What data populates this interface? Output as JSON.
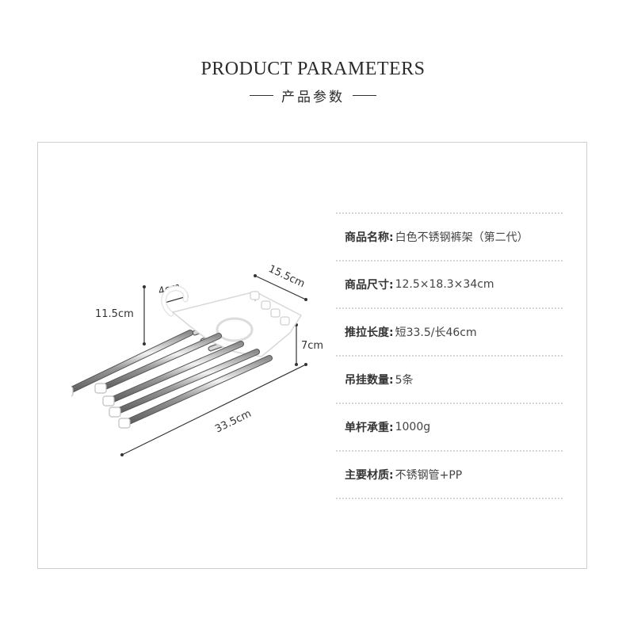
{
  "header": {
    "title_en": "PRODUCT PARAMETERS",
    "title_cn": "产品参数"
  },
  "product": {
    "dimensions": {
      "height": "11.5cm",
      "hook": "4cm",
      "width": "15.5cm",
      "depth": "7cm",
      "length": "33.5cm"
    }
  },
  "parameters": [
    {
      "label": "商品名称:",
      "value": "白色不锈钢裤架（第二代）"
    },
    {
      "label": "商品尺寸:",
      "value": "12.5×18.3×34cm"
    },
    {
      "label": "推拉长度:",
      "value": "短33.5/长46cm"
    },
    {
      "label": "吊挂数量:",
      "value": "5条"
    },
    {
      "label": "单杆承重:",
      "value": "1000g"
    },
    {
      "label": "主要材质:",
      "value": "不锈钢管+PP"
    }
  ],
  "colors": {
    "text": "#333333",
    "frame": "#cfcfcf",
    "separator": "#d6d6d6",
    "steel": "#a9a9a9",
    "plastic": "#ffffff"
  }
}
